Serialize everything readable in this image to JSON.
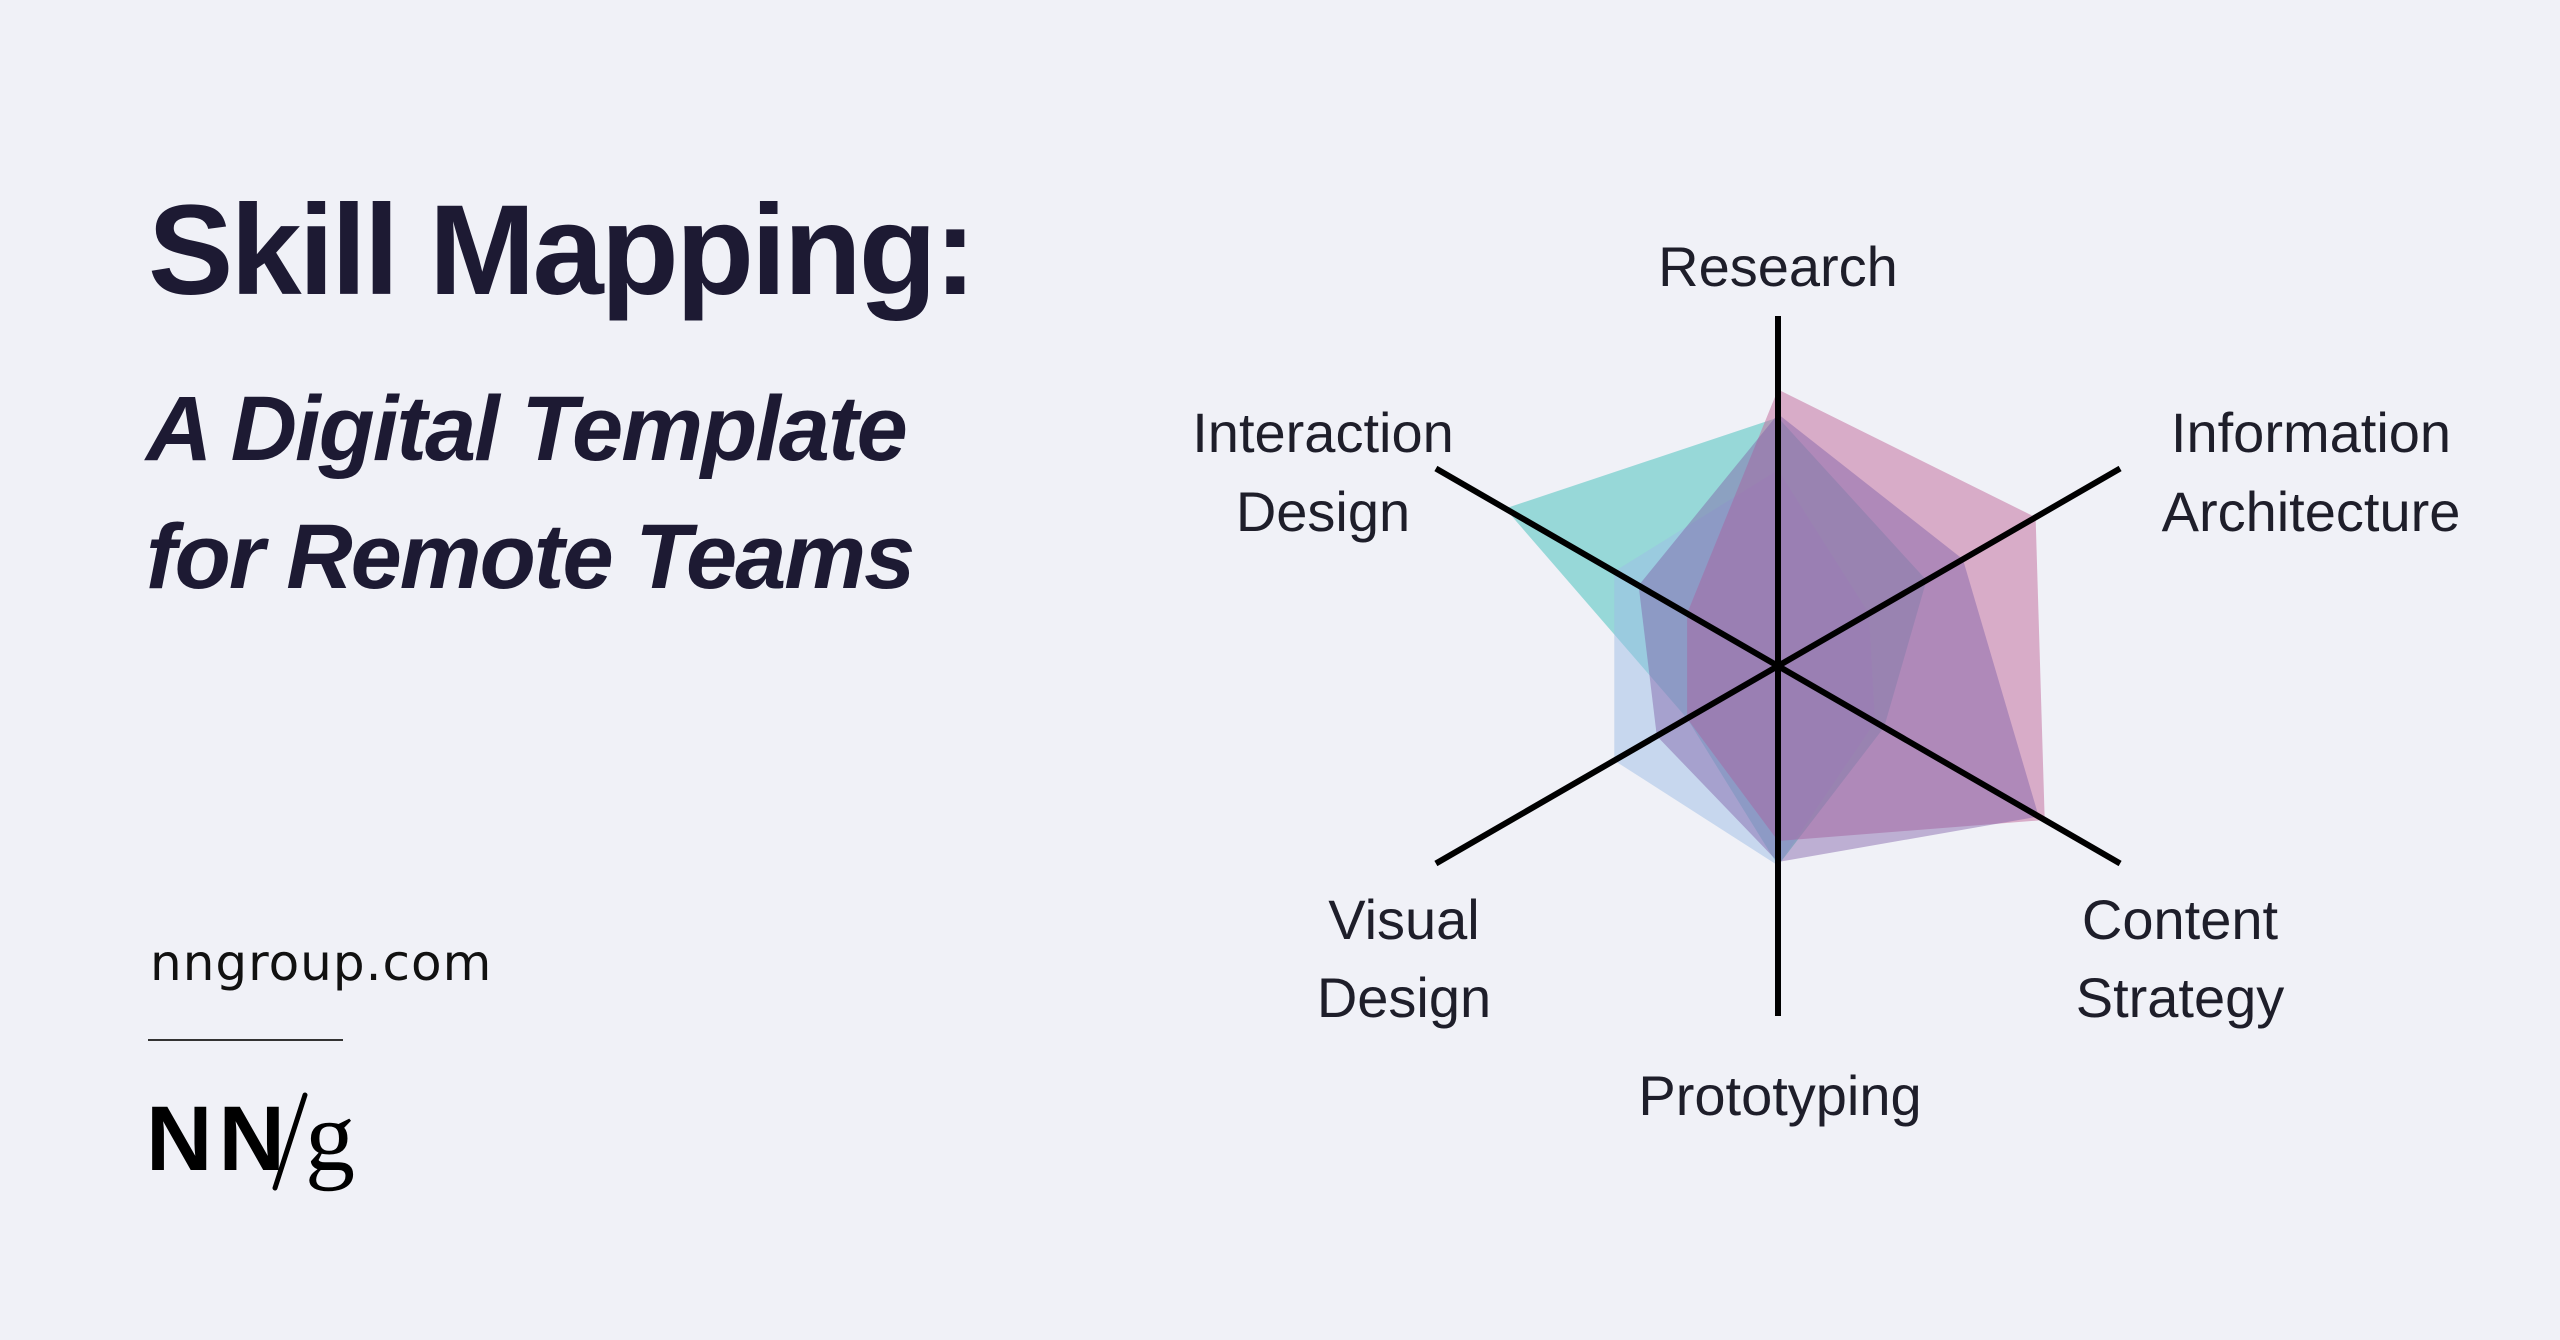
{
  "header": {
    "title": "Skill Mapping:",
    "subtitle_line1": "A Digital Template",
    "subtitle_line2": "for Remote Teams"
  },
  "footer": {
    "site": "nngroup.com",
    "logo_text": "NN/g"
  },
  "colors": {
    "background": "#f0f1f7",
    "title": "#1d1a33",
    "axis": "#000000"
  },
  "chart_data": {
    "type": "radar",
    "axes": [
      {
        "label_lines": [
          "Research"
        ]
      },
      {
        "label_lines": [
          "Information",
          "Architecture"
        ]
      },
      {
        "label_lines": [
          "Content",
          "Strategy"
        ]
      },
      {
        "label_lines": [
          "Prototyping"
        ]
      },
      {
        "label_lines": [
          "Visual",
          "Design"
        ]
      },
      {
        "label_lines": [
          "Interaction",
          "Design"
        ]
      }
    ],
    "range": [
      0,
      1
    ],
    "series": [
      {
        "name": "teal",
        "color": "#4fc3bf",
        "opacity": 0.55,
        "values": [
          0.71,
          0.49,
          0.35,
          0.57,
          0.3,
          0.9
        ]
      },
      {
        "name": "light-blue",
        "color": "#9dbde6",
        "opacity": 0.5,
        "values": [
          0.56,
          0.3,
          0.32,
          0.57,
          0.54,
          0.54
        ]
      },
      {
        "name": "pink",
        "color": "#c472a2",
        "opacity": 0.55,
        "values": [
          0.79,
          0.85,
          0.88,
          0.5,
          0.3,
          0.3
        ]
      },
      {
        "name": "purple",
        "color": "#7e5fa6",
        "opacity": 0.45,
        "values": [
          0.72,
          0.61,
          0.86,
          0.56,
          0.4,
          0.46
        ]
      }
    ]
  }
}
